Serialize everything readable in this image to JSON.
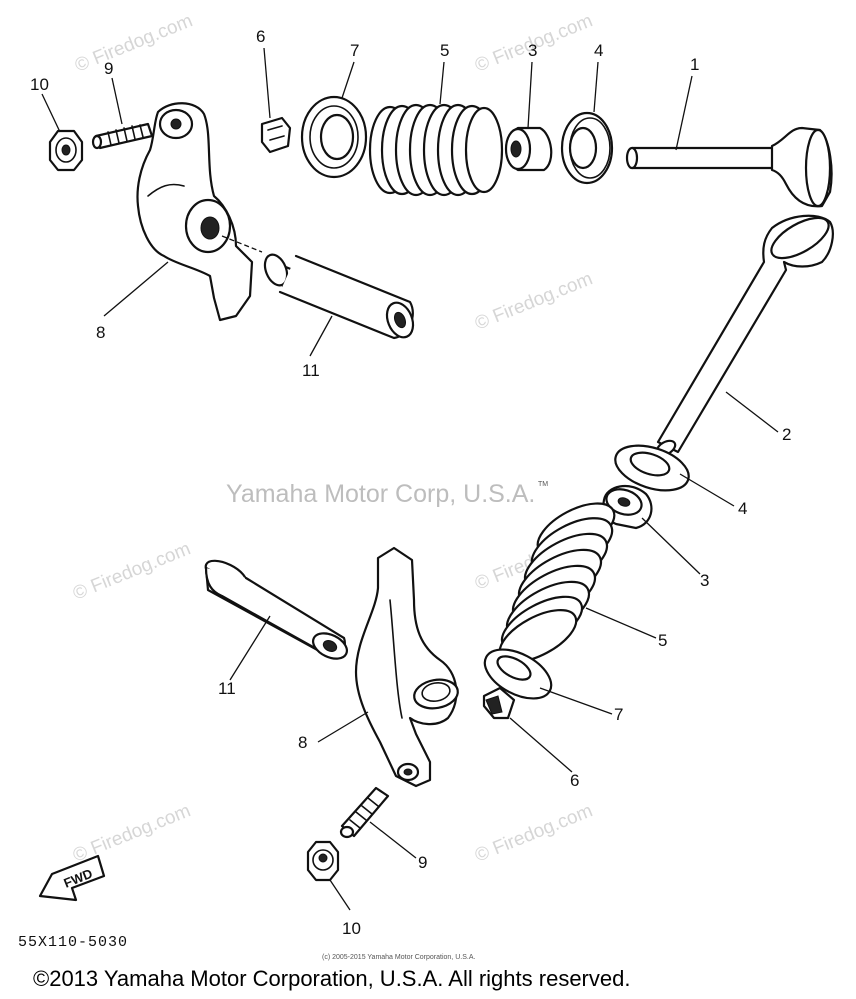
{
  "watermarks": {
    "site": "© Firedog.com",
    "maker": "Yamaha Motor Corp, U.S.A.",
    "tm": "TM"
  },
  "callouts": {
    "c1": "1",
    "c2": "2",
    "c3a": "3",
    "c3b": "3",
    "c4a": "4",
    "c4b": "4",
    "c5a": "5",
    "c5b": "5",
    "c6a": "6",
    "c6b": "6",
    "c7a": "7",
    "c7b": "7",
    "c8a": "8",
    "c8b": "8",
    "c9a": "9",
    "c9b": "9",
    "c10a": "10",
    "c10b": "10",
    "c11a": "11",
    "c11b": "11"
  },
  "fwd_label": "FWD",
  "diagram_code": "55X110-5030",
  "small_copyright": "(c) 2005-2015 Yamaha Motor Corporation, U.S.A.",
  "footer_copyright": "©2013 Yamaha Motor Corporation, U.S.A. All rights reserved."
}
